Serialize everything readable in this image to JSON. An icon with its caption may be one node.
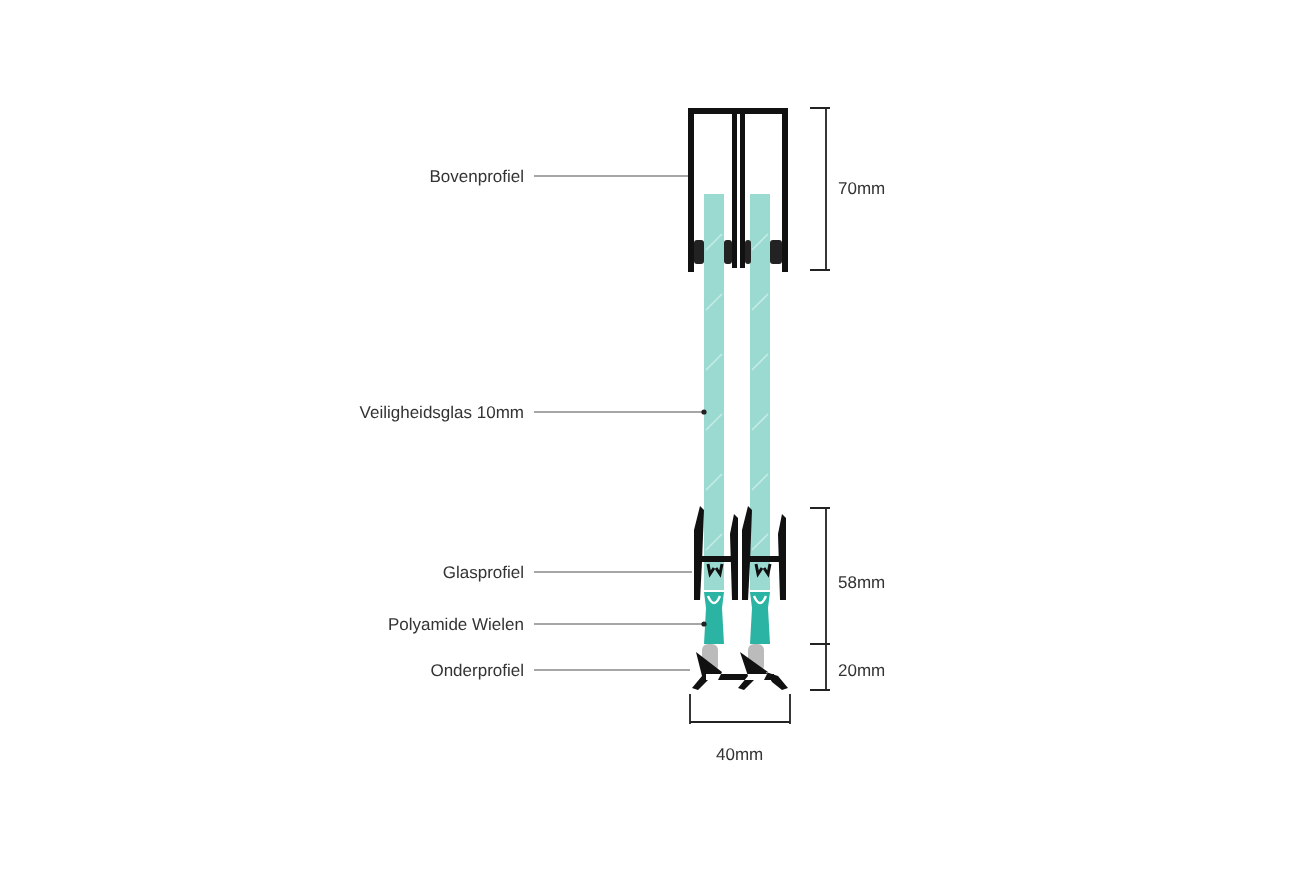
{
  "diagram": {
    "nodes": [
      {
        "text": [
          "Bovenprofiel"
        ]
      },
      {
        "text": [
          "Veiligheidsglas 10mm"
        ]
      },
      {
        "text": [
          "Glasprofiel"
        ]
      },
      {
        "text": [
          "Polyamide Wielen"
        ]
      },
      {
        "text": [
          "Onderprofiel"
        ]
      },
      {
        "text": [],
        "shape": "picture"
      },
      {
        "text": [],
        "shape": "picture"
      },
      {
        "text": [],
        "shape": "picture"
      },
      {
        "text": [],
        "shape": "picture"
      },
      {
        "text": [],
        "shape": "picture"
      }
    ],
    "edges": [
      {
        "from": 0,
        "to": 5,
        "arrow": "none"
      },
      {
        "from": 1,
        "to": 6,
        "arrow": "other"
      },
      {
        "from": 2,
        "to": 7,
        "arrow": "none"
      },
      {
        "from": 3,
        "to": 8,
        "arrow": "other"
      },
      {
        "from": 4,
        "to": 9,
        "arrow": "none"
      }
    ],
    "labels": [
      "70mm",
      "58mm",
      "20mm",
      "40mm"
    ]
  }
}
